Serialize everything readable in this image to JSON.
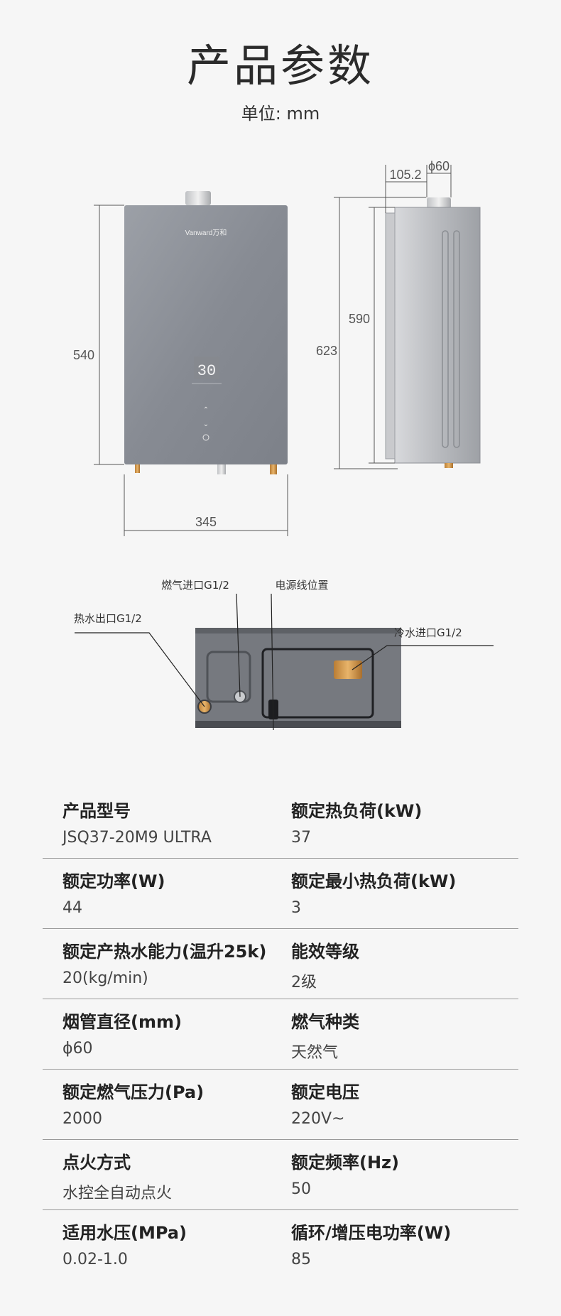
{
  "header": {
    "title": "产品参数",
    "unit_label": "单位: mm"
  },
  "front_view": {
    "height_dim": "540",
    "width_dim": "345",
    "brand": "Vanward万和",
    "display_temp": "30"
  },
  "side_view": {
    "height_outer_dim": "623",
    "height_inner_dim": "590",
    "depth_dim": "105.2",
    "flue_dim": "ϕ60"
  },
  "bottom_view": {
    "callouts": {
      "gas_inlet": "燃气进口G1/2",
      "power_cord": "电源线位置",
      "hot_water_outlet": "热水出口G1/2",
      "cold_water_inlet": "冷水进口G1/2"
    }
  },
  "specs": [
    [
      {
        "label": "产品型号",
        "value": "JSQ37-20M9 ULTRA"
      },
      {
        "label": "额定热负荷(kW)",
        "value": "37"
      }
    ],
    [
      {
        "label": "额定功率(W)",
        "value": "44"
      },
      {
        "label": "额定最小热负荷(kW)",
        "value": "3"
      }
    ],
    [
      {
        "label": "额定产热水能力(温升25k)",
        "value": "20(kg/min)"
      },
      {
        "label": "能效等级",
        "value": "2级"
      }
    ],
    [
      {
        "label": "烟管直径(mm)",
        "value": "ϕ60"
      },
      {
        "label": "燃气种类",
        "value": "天然气"
      }
    ],
    [
      {
        "label": "额定燃气压力(Pa)",
        "value": "2000"
      },
      {
        "label": "额定电压",
        "value": "220V~"
      }
    ],
    [
      {
        "label": "点火方式",
        "value": "水控全自动点火"
      },
      {
        "label": "额定频率(Hz)",
        "value": "50"
      }
    ],
    [
      {
        "label": "适用水压(MPa)",
        "value": "0.02-1.0"
      },
      {
        "label": "循环/增压电功率(W)",
        "value": "85"
      }
    ]
  ],
  "colors": {
    "background": "#f6f6f6",
    "heater_body": "#8f939a",
    "brass_fitting": "#d9a35a"
  }
}
